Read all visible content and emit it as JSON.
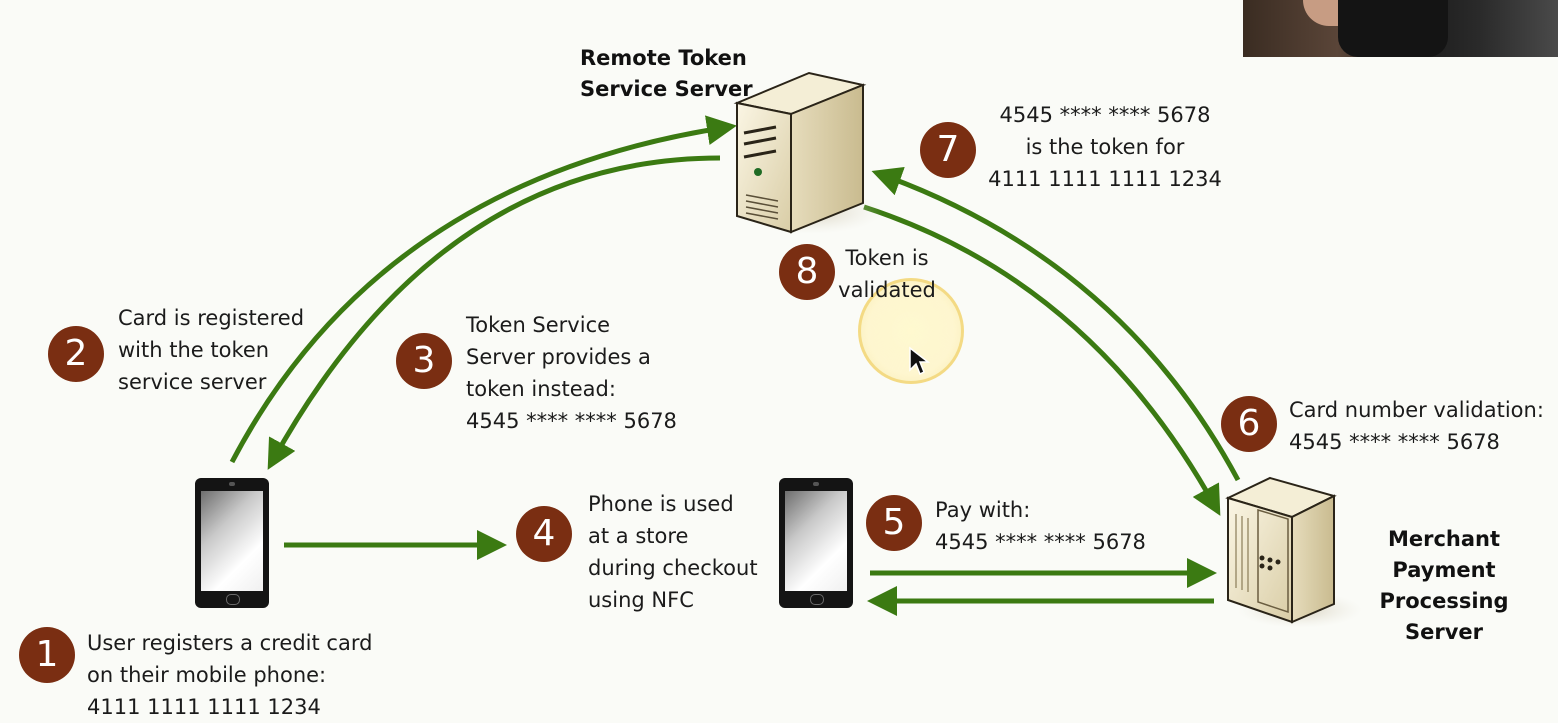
{
  "nodes": {
    "remote_server_label": "Remote Token\nService Server",
    "merchant_server_label": "Merchant Payment\nProcessing Server"
  },
  "steps": {
    "s1": {
      "number": "1",
      "text": "User registers a credit card\non their mobile phone:\n4111 1111 1111 1234"
    },
    "s2": {
      "number": "2",
      "text": "Card is registered\nwith the token\nservice server"
    },
    "s3": {
      "number": "3",
      "text": "Token Service\nServer provides a\ntoken instead:\n4545 **** **** 5678"
    },
    "s4": {
      "number": "4",
      "text": "Phone is used\nat a store\nduring checkout\nusing NFC"
    },
    "s5": {
      "number": "5",
      "text": "Pay with:\n4545 **** **** 5678"
    },
    "s6": {
      "number": "6",
      "text": "Card number validation:\n4545 **** **** 5678"
    },
    "s7": {
      "number": "7",
      "text": "4545 **** **** 5678\nis the token for\n4111 1111 1111 1234"
    },
    "s8": {
      "number": "8",
      "text": "Token is\nvalidated"
    }
  },
  "colors": {
    "arrow": "#3b7a12",
    "badge": "#7a2e12",
    "server_body": "#ece3c6",
    "server_outline": "#2a2418"
  }
}
